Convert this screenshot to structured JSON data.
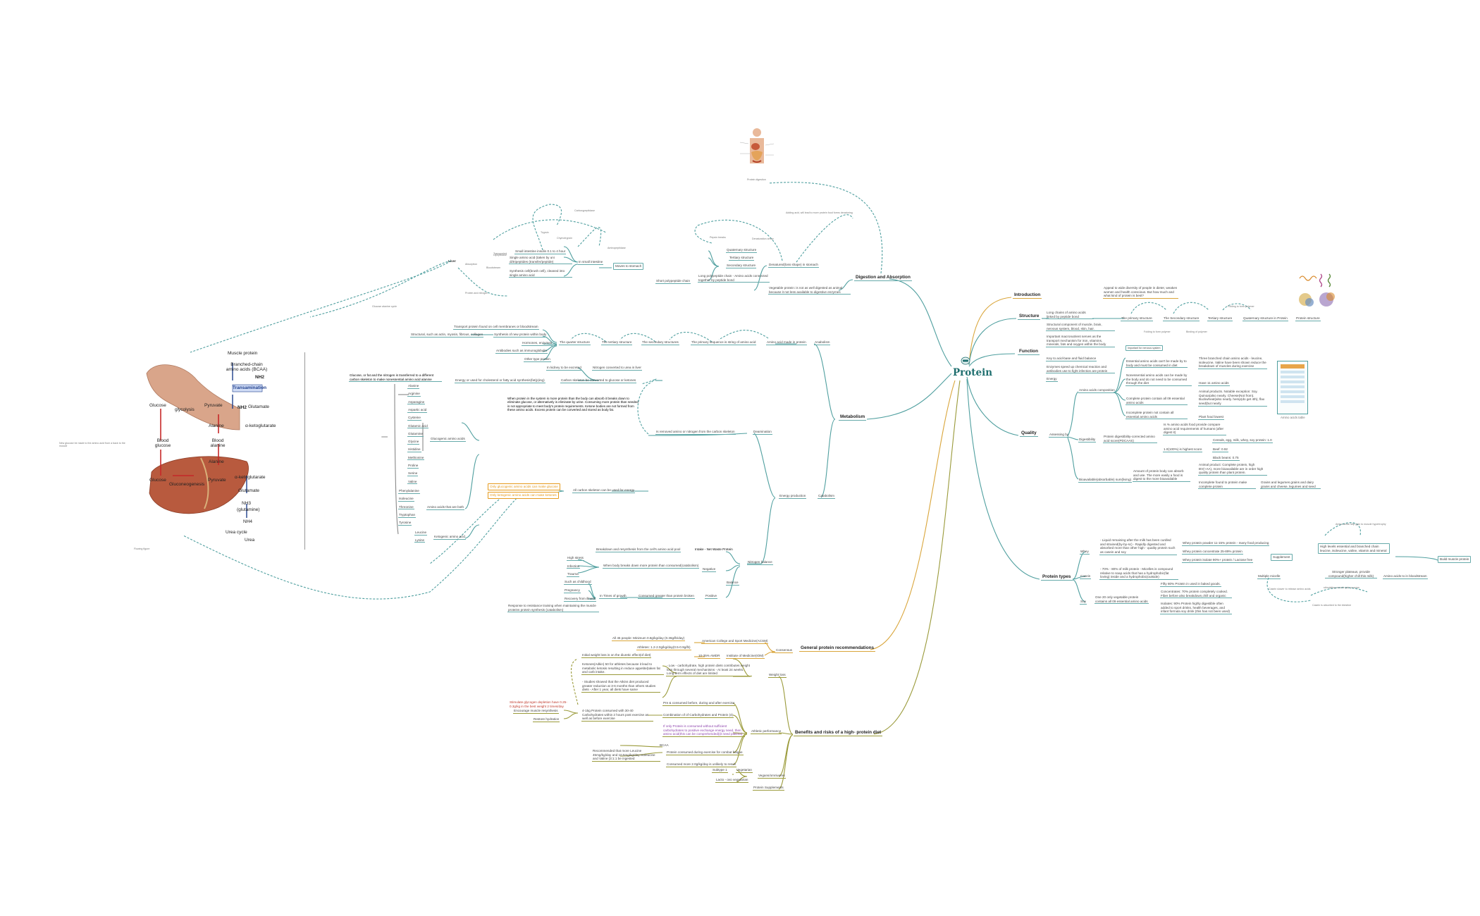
{
  "central": {
    "title": "Protein"
  },
  "branches": {
    "introduction": "Introduction",
    "structure": "Structure",
    "function": "Function",
    "quality": "Quality",
    "protein_types": "Protein types",
    "general": "General protein recommendations",
    "benefits": "Benefits and risks of a high- protein diet",
    "metabolism": "Metabolism",
    "digestion": "Digestion and Absorption"
  },
  "introduction": {
    "text": "Appeal to wide diversity of people in dieter, weaken women and health conscious. But how much and what kind of protein is best?"
  },
  "structure": {
    "def": "Long chains of amino acids linked by peptide bond",
    "primary": "The primary structure",
    "secondary": "The Secondary structure",
    "tertiary": "Tertiary structure",
    "quaternary": "Quaternary structure in Protein",
    "img_label": "Protein structure",
    "arrow1": "Folding to form polymer",
    "arrow2": "Binding of polymer",
    "arrow3": "Folding to form polymer"
  },
  "function": {
    "items": [
      "Structural component of muscle, brain, nervous system, blood, skin, hair.",
      "Important macronutrient serves as the transport mechanism for iron, vitamins, minerals, fats and oxygen within the body",
      "Key to acid-base and fluid balance",
      "Enzymes speed up chemical reaction and antibodies use to fight infection are protein",
      "Energy"
    ]
  },
  "quality": {
    "assessing": "Assessing by",
    "amino_comp": "Amino acids composition",
    "aa_header": "Important for nervous system",
    "essential": "Essential amino acids can't be made by to body and must be consumed in diet",
    "bcaa": "Three branched chain amino acids - leucine, isoleucine, Valine have been shown reduce the breakdown of muscles during exercise",
    "nonessential": "Nonessential amino acids can be made by the body and do not need to be consumed through the diet",
    "nonessential_count": "Have 11 amino acids",
    "complete": "Complete protein contain all 09 essential amino acids",
    "animal_prod": "Animal products. Notable exception: Soy. Quinoa(also nearly. Cheese(Not from). Buckwheat(also nearly. hemp(do get 4th), flax seed(but nearly",
    "incomplete": "Incomplete protein not contain all essential amino acids",
    "plant": "Plant food lowest",
    "aa_table": "Amino acids table",
    "digestibility": "Digestibility",
    "pdcaas": "Protein digestibility-corrected amino acid score(PDCAAS)",
    "pdcaas_def": "Is % amino acids food provide compare amino acid requirements of humans (after digest it)",
    "highest": "1.0(100%) is highest score",
    "cereals": "Cereals, egg, milk, whey, soy protein: 1.0",
    "beef": "Beef: 0.92",
    "black": "Black beans: 0.75",
    "bioavail": "Bioavailable(absorbable) sum(living)",
    "bioavail_def": "Amount of protein body can absorb and use. The more easily a food is digest to the more bioavailable",
    "animal_bio": "Animal product: Complete protein, high BV(+AA), more bioavailable are in order high quality protein than plant protein.",
    "incomplete_bio": "Incomplete found to protein make complete protein",
    "combine": "Grains and legumes grains and dairy grains and cheese, legumes and seed"
  },
  "protein_types": {
    "whey": "Whey",
    "whey_desc": "- Liquid remaining after the milk has been curdled and strained(by-by-sc)\n- Rapidly digested and absorbed more than other high - quality protein such as casein and soy",
    "whey_p1": "Whey protein powder 11-15% protein - many food producing",
    "whey_p2": "Whey protein concentrate 25-89% protein",
    "whey_p3": "Whey protein isolate 90%+ protein / Lactose free",
    "bcaa_box": "High levels essential and branched chain leucine, isoleucine, valine, vitamin and mineral",
    "supplement": "Supplement",
    "muscle": "Build muscle protein",
    "muscle_arrow": "Amino acids help gain to muscle hypertrophy",
    "casein": "Casein",
    "casein_desc": "- 70% - 80% of milk protein\n- Micelles is compound relative to soap acids that has a hydrophobic(fat loving) inside and a hydrophobic(outside)",
    "micelle": "Multiple micelle",
    "slower": "Stronger plateaus, provide compound(higher chill this milk)",
    "slow_release": "Amino acids to in bloodstream",
    "arrow_a": "Casein slower to release amino acids",
    "arrow_b": "stimulating muscle gain process",
    "arrow_c": "Casein is absorbed to the intestine",
    "soy": "Soy",
    "soy_desc": "One 20 only vegetable protein contains all 09 essential amino acids",
    "soy_1": "Fifty 80% Protein in used in baked goods.",
    "soy_2": "Concentrates: 70% protein completely cooked. Fiber before also breakdown,chill and organic",
    "soy_3": "Isolates: 90% Protein highly digestible often added to sport drinks, health beverages, and infant formula soy drink (this has not been used)"
  },
  "general": {
    "consensus": "Consensus",
    "r1": "All 45 people: Minimum 0.8g/kg/day (0.36g/lb/day)",
    "r1_org": "American College and Sport Medicine(ACSM)",
    "r2": "Athletes: 1.2-2.0g/kg/day(0.5-0.9g/lb)",
    "r3_org": "Institute of Medicine(IOM)",
    "r3": "10-35% AMDR"
  },
  "benefits": {
    "weight": "Weight loss",
    "w1": "Initial weight loss is on the diuretic effect(of diet)",
    "w2": "Ketones(Adkin) 50 for athletes because it lead to metabolic ketosis resulting in reduce appetite(taken fat and carb intake.",
    "w3": "- Low - carbohydrate, high protein diets contributes weight loss through several mechanisms\n- At least 24 weeks. Long-term effects of diet are limited",
    "w4": "- Studies showed that the Atkins diet produced greater reduction at 3-6 months than others studies diets\n- After 1 year, all diets have same",
    "athletic": "Athletic performance",
    "a1": "Pre & consumed before, during and after exercise",
    "a2": "Combination of of Carbohydrates and Protein (4)",
    "a3": "If only Protein is consumed without sufficient carbohydrates to positive exchange energy need, then amino acid(this can be comprehended)(it need plasma)",
    "a4": "Protein consumed during exercise for combat fatigue",
    "bcaa": "BCAA",
    "bcaa_desc": "Recommended that more Leucine 45mg/kg/day and 10.5mg/kg/day Isoleucine and Valine (3:1:1 be ingested",
    "a5": "Consumed more 2.0g/kg/day is unlikely to result",
    "recovery": "Encourage muscle resynthesis",
    "recovery2": "Restore hydration",
    "recovery_desc": "4-15g Protein consumed with 30-40 Carbohydrates within 2 hours post exercise as well as before exercise",
    "red_note": "Stimulate glycogen depletion have 0.25-0.3g/kg in the best weight 2 times/day",
    "vegans": "Vegans/omnivores",
    "v1": "Subtype 1",
    "v1b": "Vegetarian",
    "v2": "Lacto - ovo vegetarian",
    "supplements": "Protein Supplements"
  },
  "metabolism": {
    "anabolism": "Anabolism",
    "amino_protein": "Amino acid made in protein",
    "primary_seq": "The primary sequence is string of amino acid",
    "secondary": "The secondary structures",
    "tertiary": "The tertiary structure",
    "quaternary": "The quarter structure",
    "synthesis": "Synthesis of new protein within body",
    "structural": "Structural, such as actin, myosin, fibrous, collagen",
    "transport": "Transport protein found on cell membranes or bloodstream",
    "hormones": "Hormones, enzymes",
    "antibodies": "Antibodies such as immunoglobulin",
    "other": "Other type protein",
    "catabolism": "Catabolism",
    "energy_prod": "Energy production",
    "deamination": "Deamination",
    "removed": "Is removed amino or nitrogen from the carbon skeleton",
    "kidney": "In kidney to be excreted",
    "nitrogen_urea": "Nitrogen converted to urea in liver",
    "energy_use": "Energy or used for cholesterol or fatty acid synthesis(fat(p)ing)",
    "carbon": "Carbon skeleton be converted to glucose or ketones",
    "glucose_note": "Glucose, or fat and the nitrogen is transferred to a different carbon skeleton to make nonessential amino acid alanine",
    "all_carbon": "All carbon skeleton can be used for energy",
    "gluco_aa": "Glucogenic amino acids",
    "keto_aa": "Ketogenic amino acid",
    "both_aa": "Amino acids that are both",
    "orange1": "Only glucogenic amino acids can make glucose",
    "orange2": "Only ketogenic amino acids can make ketones",
    "glucogenic_list": [
      "Alanine",
      "Arginine",
      "Asparagine",
      "Aspartic acid",
      "Cysteine",
      "Glutamic acid",
      "Glutamine",
      "Glycine",
      "Histidine",
      "Methionine",
      "Proline",
      "Serine",
      "Valine"
    ],
    "both_list": [
      "Phenylalanine",
      "Isoleucine",
      "Threonine",
      "Tryptophan",
      "Tyrosine"
    ],
    "keto_list": [
      "Leucine",
      "Lysine"
    ],
    "nitrogen_balance": "Nitrogen balance",
    "nb_def": "Breakdown and resynthesis from the cell's amino acid pool",
    "nb_eq": "Intake - Net Waste Protein",
    "negative": "Negative",
    "neg_desc": "When body breaks down more protein than consumed(catabolism)",
    "neg_list": [
      "High stress",
      "Infection",
      "Trauma"
    ],
    "positive": "Positive",
    "pos_desc": "Consumed greater than protein broken",
    "pos_time": "In Times of growth",
    "pos_list": [
      "Such as childhood",
      "Pregnancy",
      "Recovery from illness"
    ],
    "balance": "Balance",
    "pos_resp": "Response to resistance training when maintaining the muscle proteins protein synthesis (catabolism)"
  },
  "dense_note": "When protein in the system is more protein than the body can absorb it breaks down to eliminate glucose, or alternatively is eliminate by urine. Consuming more protein than needed is not appropriate to meet body's protein requirements. Ketone bodies are not formed from these amino acids. Excess protein can be converted and stored as body fat.",
  "digestion": {
    "vegetable": "Vegetable protein: is not as well digested as animal because it not less available to digestive enzymes",
    "denatured": "Denatured(loss shape) in stomach",
    "long_poly": "Long polypeptide chain - Amino acids connected together by peptide bond",
    "secondary": "Secondary structure",
    "tertiary": "Tertiary structure",
    "quaternary": "Quaternary structure",
    "short_poly": "Short polypeptide chain",
    "denature_arrow": "Denaturation arrow",
    "pepsin": "Pepsin breaks",
    "mouth_note": "Adding acid, will lead to more protein food forms denaturing",
    "stomach": "Moves to stomach",
    "small_int": "In small intestine",
    "small_chain": "Small intestine insulin 0.1 to 4 hour",
    "single": "Single amino acid (taken by uni di/tripeptides (transfer/peptide)",
    "synthesis": "Synthesis cell(brush cell), cleaned into single amino acid",
    "liver": "Liver",
    "absorption": "Absorption",
    "transported": "Transported",
    "bloodstream": "Bloodstream",
    "arrow_trypsin": "Trypsin",
    "arrow_chymo": "Chymotrypsin",
    "arrow_carb": "Carboxypeptidase",
    "arrow_amino": "Aminopeptidase",
    "small_dip": "Dipeptidase",
    "back": "Protein and nitrogen",
    "img_caption": "Protein digestion",
    "body_note": "Glucose alanine cycle"
  },
  "figure": {
    "muscle": "Muscle protein",
    "bcaa": "Branched-chain amino acids (BCAA)",
    "nh2": "NH2",
    "transamination": "Transamination",
    "glucose": "Glucose",
    "glycolysis": "glycolysis",
    "pyruvate": "Pyruvate",
    "glutamate": "Glutamate",
    "nh2b": "NH2",
    "alanine": "Alanine",
    "akg": "α-ketoglutarate",
    "blood_glucose": "Blood glucose",
    "blood_alanine": "Blood alanine",
    "liver_glucose": "Glucose",
    "gluconeo": "Gluconeogenesis",
    "liver_pyruvate": "Pyruvate",
    "liver_alanine": "Alanine",
    "liver_akg": "α-ketoglutarate",
    "liver_glutamate": "Glutamate",
    "nh3": "NH3",
    "glutamine": "(glutamine)",
    "nh4": "NH4",
    "urea_cycle": "Urea cycle",
    "urea": "Urea",
    "left_note": "New glucose be made to the amino acid from a back to the muscle",
    "caption": "Flowing figure"
  },
  "colors": {
    "central": "#1f6f6f",
    "teal": "#4f9f9f",
    "olive": "#9a9a3a",
    "gold": "#d9a53a",
    "blue": "#5b8fbf",
    "orange": "#e59a1c",
    "muscle": "#d9a58a",
    "liver": "#b85a3e"
  }
}
